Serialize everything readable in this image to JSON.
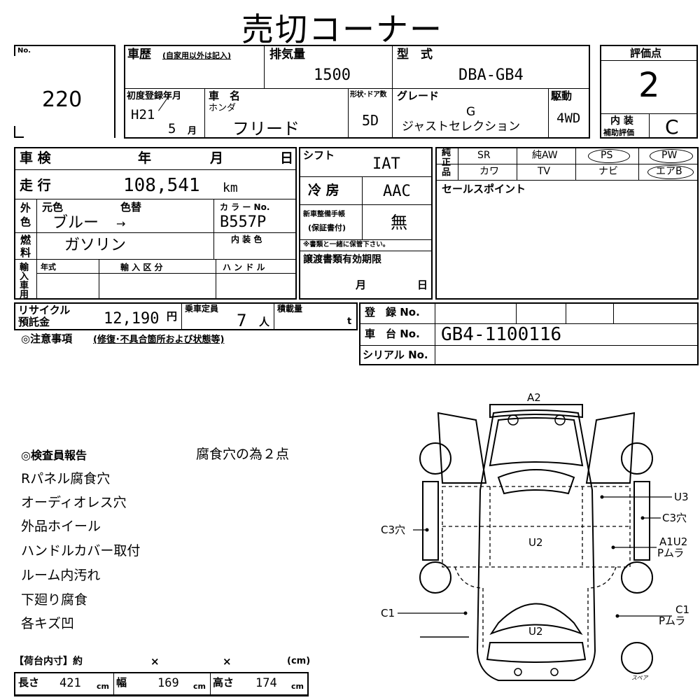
{
  "title": "売切コーナー",
  "no": {
    "label": "No.",
    "value": "220"
  },
  "history": {
    "label": "車歴",
    "note": "(自家用以外は記入)"
  },
  "displacement": {
    "label": "排気量",
    "value": "1500"
  },
  "model": {
    "label": "型　式",
    "value": "DBA-GB4"
  },
  "rating": {
    "label": "評価点",
    "value": "2",
    "interior_label1": "内 装",
    "interior_label2": "補助評価",
    "interior_value": "C"
  },
  "first_reg": {
    "label": "初度登録年月",
    "era": "H21",
    "month": "5",
    "month_unit": "月"
  },
  "car_name": {
    "label": "車　名",
    "maker": "ホンダ",
    "value": "フリード"
  },
  "doors": {
    "label": "形状･ドア数",
    "value": "5D"
  },
  "grade": {
    "label": "グレード",
    "line1": "G",
    "line2": "ジャストセレクション"
  },
  "drive": {
    "label": "駆動",
    "value": "4WD"
  },
  "inspection": {
    "label": "車 検",
    "year": "年",
    "month": "月",
    "day": "日"
  },
  "mileage": {
    "label": "走 行",
    "value": "108,541",
    "unit": "km"
  },
  "exterior": {
    "label1": "外",
    "label2": "色",
    "orig_label": "元色",
    "change_label": "色替",
    "orig_value": "ブルー",
    "arrow": "→",
    "color_no_label": "カ ラ ー No.",
    "color_no": "B557P"
  },
  "fuel": {
    "label1": "燃",
    "label2": "料",
    "value": "ガソリン",
    "interior_color_label": "内 装 色"
  },
  "import": {
    "label": "輸入車用",
    "year_label": "年式",
    "category_label": "輸 入 区 分",
    "handle_label": "ハ ン ド ル"
  },
  "shift": {
    "label": "シフト",
    "value": "IAT"
  },
  "ac": {
    "label": "冷 房",
    "value": "AAC"
  },
  "warranty": {
    "label1": "新車整備手帳",
    "label2": "(保証書付)",
    "value": "無",
    "note": "※書類と一緒に保管下さい。"
  },
  "transfer": {
    "label": "譲渡書類有効期限",
    "month": "月",
    "day": "日"
  },
  "genuine": {
    "label": "純正品",
    "items": [
      "SR",
      "純AW",
      "PS",
      "PW",
      "カワ",
      "TV",
      "ナビ",
      "エアB"
    ]
  },
  "sales_point": {
    "label": "セールスポイント"
  },
  "recycle": {
    "label1": "リサイクル",
    "label2": "預託金",
    "value": "12,190",
    "unit": "円"
  },
  "capacity": {
    "label": "乗車定員",
    "value": "7",
    "unit": "人"
  },
  "load": {
    "label": "積載量",
    "unit": "t"
  },
  "registration": {
    "label": "登　録 No."
  },
  "chassis": {
    "label": "車　台 No.",
    "value": "GB4-1100116"
  },
  "serial": {
    "label": "シリアル No."
  },
  "caution": {
    "label": "◎注意事項",
    "note": "(修復･不具合箇所および状態等)"
  },
  "report": {
    "title": "◎検査員報告",
    "summary": "腐食穴の為２点",
    "items": [
      "Rパネル腐食穴",
      "オーディオレス穴",
      "外品ホイール",
      "ハンドルカバー取付",
      "ルーム内汚れ",
      "下廻り腐食",
      "各キズ凹"
    ]
  },
  "cargo": {
    "label": "【荷台内寸】約",
    "x1": "×",
    "x2": "×",
    "unit_label": "(cm)",
    "length_label": "長さ",
    "length": "421",
    "width_label": "幅",
    "width": "169",
    "height_label": "高さ",
    "height": "174",
    "cm": "cm"
  },
  "diagram": {
    "a2": "A2",
    "u3": "U3",
    "c3_right": "C3穴",
    "c3_left": "C3穴",
    "u2_mid": "U2",
    "a1u2": "A1U2",
    "p_mura1": "Pムラ",
    "c1_left": "C1",
    "c1_right": "C1",
    "p_mura2": "Pムラ",
    "u2_bottom": "U2",
    "spare": "スペア"
  }
}
